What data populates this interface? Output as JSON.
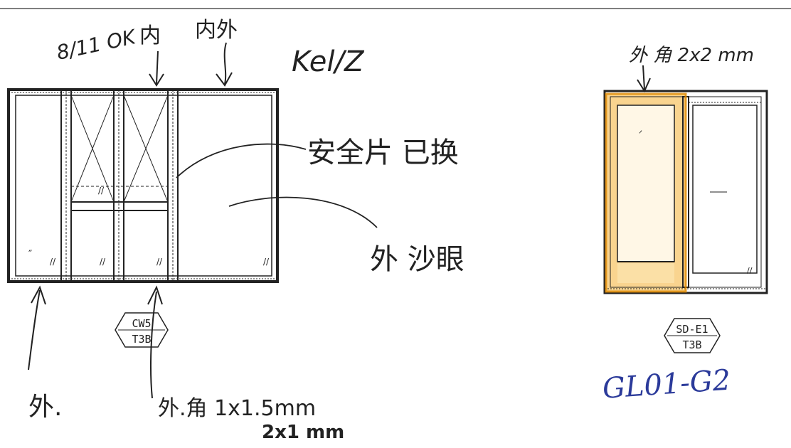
{
  "top_note": "8/11 OK",
  "labels_top": {
    "inner": "内",
    "inner_outer": "内外",
    "kcl": "Kel/Z"
  },
  "annotations": {
    "safety_film": "安全片 已换",
    "peephole": "外 沙眼",
    "outer_left": "外.",
    "outer_frame": "外.角 1x1.5mm",
    "outer_frame_2": "2x1 mm",
    "outer_frame_right": "外 角 2x2 mm"
  },
  "tags": {
    "left": {
      "line1": "CW5",
      "line2": "T3B"
    },
    "right": {
      "line1": "SD-E1",
      "line2": "T3B"
    }
  },
  "drawing_ref": "GL01-G2",
  "colors": {
    "highlight": "#f2a81e",
    "ink": "#222222",
    "blue_ink": "#2b3a9a"
  }
}
